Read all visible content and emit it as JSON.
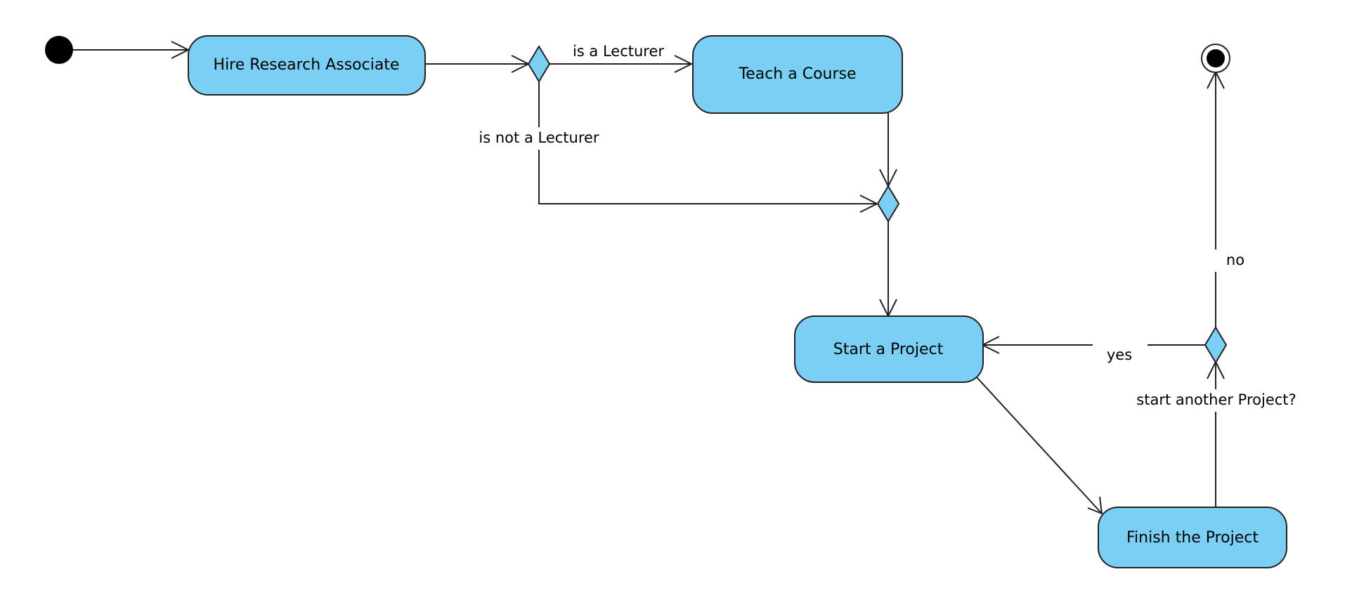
{
  "diagram": {
    "activities": {
      "hire": "Hire Research Associate",
      "teach": "Teach a Course",
      "start": "Start a Project",
      "finish": "Finish the Project"
    },
    "guards": {
      "is_lecturer": "is a Lecturer",
      "is_not_lecturer": "is not a Lecturer",
      "no": "no",
      "yes": "yes",
      "start_another": "start another Project?"
    }
  },
  "colors": {
    "activity_fill": "#7ccff4",
    "stroke": "#222222",
    "background": "#ffffff"
  }
}
